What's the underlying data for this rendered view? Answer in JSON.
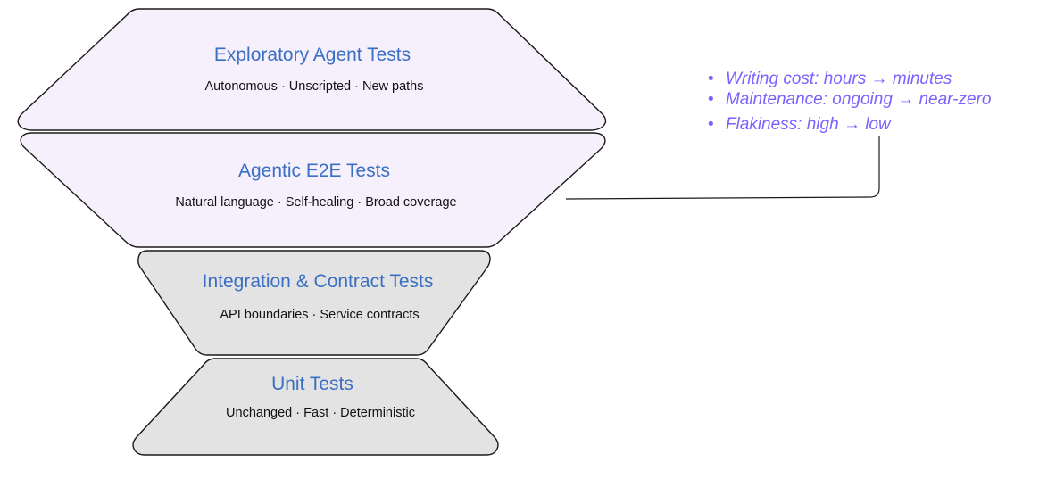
{
  "colors": {
    "title_blue": "#3a6fc4",
    "note_purple": "#7b61ff",
    "agentic_fill": "#f6f0fd",
    "classic_fill": "#e3e3e3",
    "stroke": "#1a1a1a"
  },
  "layers": [
    {
      "id": "exploratory",
      "title": "Exploratory Agent Tests",
      "subtitle": "Autonomous · Unscripted · New paths",
      "style": "agentic"
    },
    {
      "id": "agentic-e2e",
      "title": "Agentic E2E Tests",
      "subtitle": "Natural language · Self-healing · Broad coverage",
      "style": "agentic"
    },
    {
      "id": "integration",
      "title": "Integration & Contract Tests",
      "subtitle": "API boundaries · Service contracts",
      "style": "classic"
    },
    {
      "id": "unit",
      "title": "Unit Tests",
      "subtitle": "Unchanged · Fast · Deterministic",
      "style": "classic"
    }
  ],
  "callout": {
    "attached_to": "agentic-e2e",
    "bullet": "•",
    "items": [
      "Writing cost: hours → minutes",
      "Maintenance: ongoing → near-zero",
      "Flakiness: high → low"
    ]
  }
}
